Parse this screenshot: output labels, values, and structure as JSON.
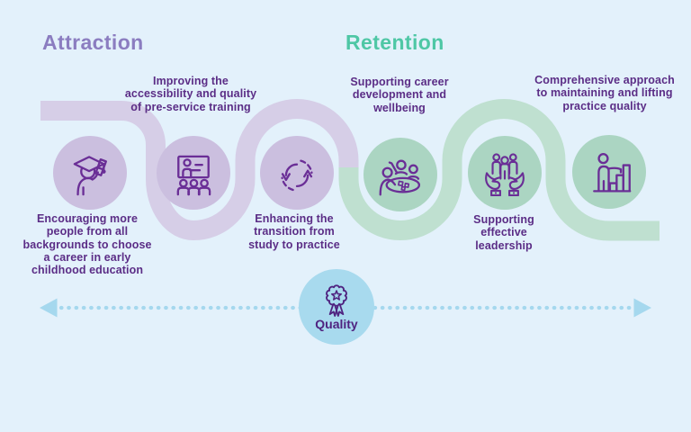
{
  "headings": {
    "attraction": "Attraction",
    "retention": "Retention"
  },
  "nodes": [
    {
      "id": "encourage-careers",
      "section": "attraction",
      "icon": "graduate-diploma-icon",
      "label": "Encouraging more\npeople from all\nbackgrounds to choose\na career in early\nchildhood education",
      "label_position": "below"
    },
    {
      "id": "pre-service-training",
      "section": "attraction",
      "icon": "classroom-presentation-icon",
      "label": "Improving the\naccessibility and quality\nof pre-service training",
      "label_position": "above"
    },
    {
      "id": "study-to-practice",
      "section": "attraction",
      "icon": "cycle-arrows-icon",
      "label": "Enhancing the\ntransition from\nstudy to practice",
      "label_position": "below"
    },
    {
      "id": "career-development",
      "section": "retention",
      "icon": "team-meeting-icon",
      "label": "Supporting career\ndevelopment and\nwellbeing",
      "label_position": "above"
    },
    {
      "id": "effective-leadership",
      "section": "retention",
      "icon": "hands-supporting-people-icon",
      "label": "Supporting\neffective\nleadership",
      "label_position": "below"
    },
    {
      "id": "practice-quality",
      "section": "retention",
      "icon": "person-growth-chart-icon",
      "label": "Comprehensive approach\nto maintaining and lifting\npractice quality",
      "label_position": "above"
    }
  ],
  "quality_badge": {
    "label": "Quality",
    "icon": "award-rosette-icon"
  },
  "colors": {
    "background": "#e3f1fb",
    "attraction_heading": "#8b7dc0",
    "retention_heading": "#4ec7a5",
    "attraction_ribbon": "#d6cee7",
    "attraction_circle": "#cbbfdf",
    "retention_ribbon": "#bfe0d0",
    "retention_circle": "#abd5c2",
    "icon_stroke": "#6a2e96",
    "label_text": "#5b2d86",
    "quality_circle": "#a8daee",
    "quality_text": "#4f2380",
    "dotted_line": "#a5d8ee"
  }
}
